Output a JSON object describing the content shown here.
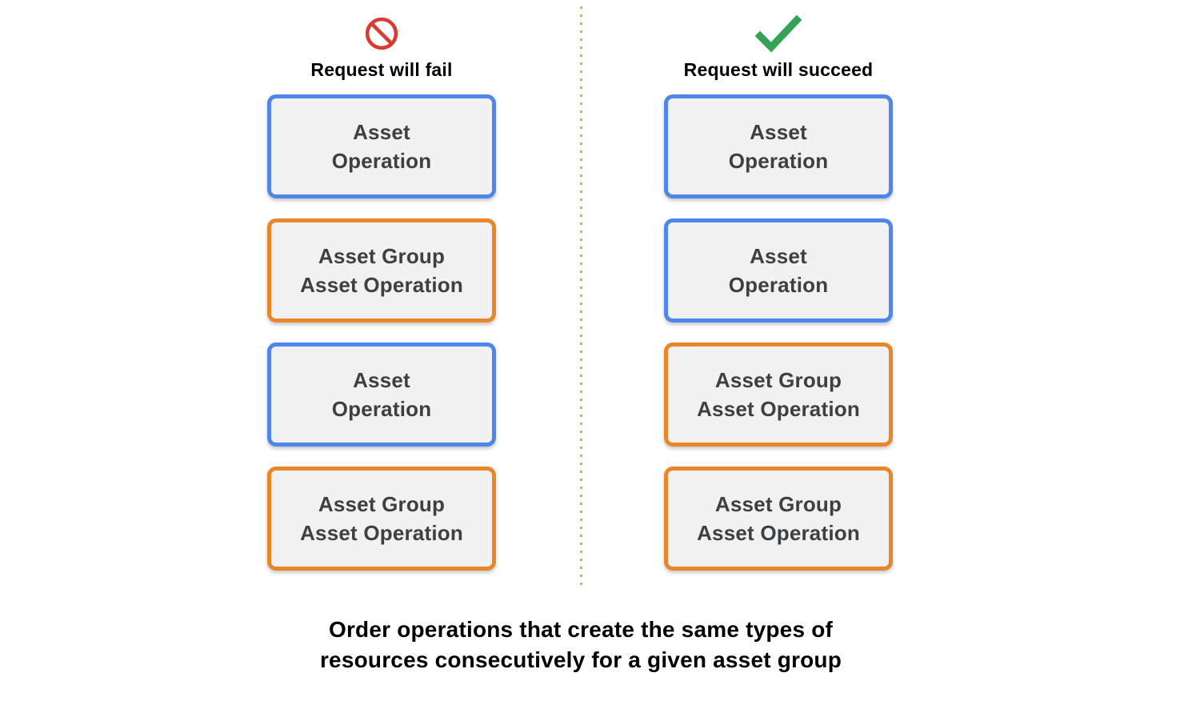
{
  "columns": [
    {
      "id": "fail",
      "icon": "prohibition-icon",
      "title": "Request will fail",
      "boxes": [
        {
          "label": "Asset\nOperation",
          "type": "asset"
        },
        {
          "label": "Asset Group\nAsset Operation",
          "type": "asset_group"
        },
        {
          "label": "Asset\nOperation",
          "type": "asset"
        },
        {
          "label": "Asset Group\nAsset Operation",
          "type": "asset_group"
        }
      ]
    },
    {
      "id": "succeed",
      "icon": "checkmark-icon",
      "title": "Request will succeed",
      "boxes": [
        {
          "label": "Asset\nOperation",
          "type": "asset"
        },
        {
          "label": "Asset\nOperation",
          "type": "asset"
        },
        {
          "label": "Asset Group\nAsset Operation",
          "type": "asset_group"
        },
        {
          "label": "Asset Group\nAsset Operation",
          "type": "asset_group"
        }
      ]
    }
  ],
  "caption": {
    "line1": "Order operations that create the same types of",
    "line2": "resources consecutively for a given asset group"
  },
  "colors": {
    "asset_border": "#4F86EC",
    "asset_group_border": "#E7872A",
    "box_fill": "#F1F1F2",
    "box_text": "#3C4043",
    "fail_icon": "#DA3B30",
    "success_icon": "#34A353",
    "divider": "#E9A646",
    "heading_text": "#000000"
  }
}
